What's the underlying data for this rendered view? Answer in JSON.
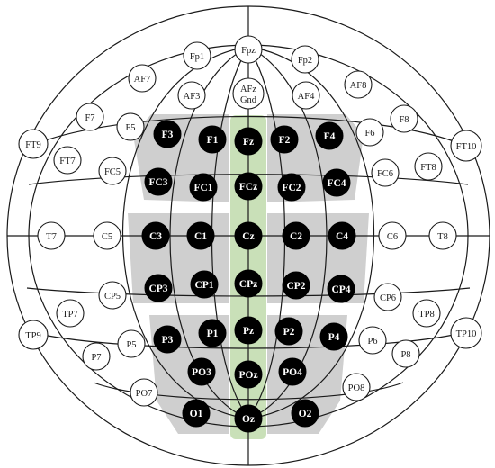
{
  "colors": {
    "region_fill": "#cfcfcf",
    "midline_fill": "#c9e0b8",
    "outline": "#1a1a1a",
    "filled_electrode": "#000000",
    "open_electrode": "#ffffff"
  },
  "electrodes": {
    "Fpz": "Fpz",
    "Fp1": "Fp1",
    "Fp2": "Fp2",
    "AF7": "AF7",
    "AF8": "AF8",
    "AF3": "AF3",
    "AF4": "AF4",
    "AFz": "AFz",
    "Gnd": "Gnd",
    "F7": "F7",
    "F5": "F5",
    "F3": "F3",
    "F1": "F1",
    "Fz": "Fz",
    "F2": "F2",
    "F4": "F4",
    "F6": "F6",
    "F8": "F8",
    "FT9": "FT9",
    "FT7": "FT7",
    "FC5": "FC5",
    "FC3": "FC3",
    "FC1": "FC1",
    "FCz": "FCz",
    "FC2": "FC2",
    "FC4": "FC4",
    "FC6": "FC6",
    "FT8": "FT8",
    "FT10": "FT10",
    "T7": "T7",
    "C5": "C5",
    "C3": "C3",
    "C1": "C1",
    "Cz": "Cz",
    "C2": "C2",
    "C4": "C4",
    "C6": "C6",
    "T8": "T8",
    "TP9": "TP9",
    "TP7": "TP7",
    "CP5": "CP5",
    "CP3": "CP3",
    "CP1": "CP1",
    "CPz": "CPz",
    "CP2": "CP2",
    "CP4": "CP4",
    "CP6": "CP6",
    "TP8": "TP8",
    "TP10": "TP10",
    "P7": "P7",
    "P5": "P5",
    "P3": "P3",
    "P1": "P1",
    "Pz": "Pz",
    "P2": "P2",
    "P4": "P4",
    "P6": "P6",
    "P8": "P8",
    "PO7": "PO7",
    "PO3": "PO3",
    "POz": "POz",
    "PO4": "PO4",
    "PO8": "PO8",
    "O1": "O1",
    "Oz": "Oz",
    "O2": "O2"
  }
}
